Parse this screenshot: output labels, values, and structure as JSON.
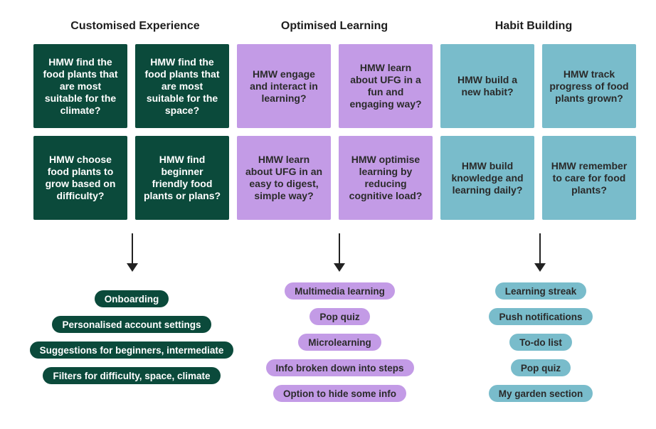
{
  "columns": [
    {
      "title": "Customised Experience",
      "notes": [
        "HMW find the food plants that are most suitable for the climate?",
        "HMW find the food plants that are most suitable for the space?",
        "HMW choose food plants to grow based on difficulty?",
        "HMW find beginner friendly food plants or plans?"
      ],
      "pills": [
        "Onboarding",
        "Personalised account settings",
        "Suggestions for beginners, intermediate",
        "Filters for difficulty, space, climate"
      ]
    },
    {
      "title": "Optimised Learning",
      "notes": [
        "HMW engage and interact in learning?",
        "HMW learn about UFG in a fun and engaging way?",
        "HMW learn about UFG in an easy to digest, simple way?",
        "HMW optimise learning by reducing cognitive load?"
      ],
      "pills": [
        "Multimedia learning",
        "Pop quiz",
        "Microlearning",
        "Info broken down into steps",
        "Option to hide some info"
      ]
    },
    {
      "title": "Habit Building",
      "notes": [
        "HMW build a new habit?",
        "HMW track progress of food plants grown?",
        "HMW build knowledge and learning daily?",
        "HMW remember to care for food plants?"
      ],
      "pills": [
        "Learning streak",
        "Push notifications",
        "To-do list",
        "Pop quiz",
        "My garden section"
      ]
    }
  ],
  "colors": {
    "green": "#0b4a3b",
    "purple": "#c39be6",
    "blue": "#79bccb"
  }
}
